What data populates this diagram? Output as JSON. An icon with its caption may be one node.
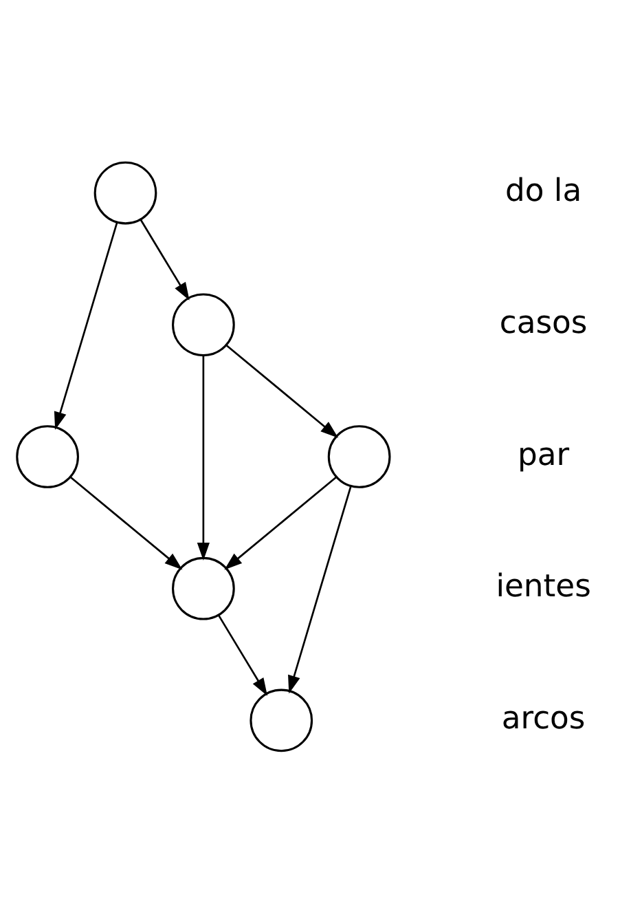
{
  "diagram": {
    "nodes": [
      {
        "text": [],
        "shape": "circle"
      },
      {
        "text": [],
        "shape": "circle"
      },
      {
        "text": [],
        "shape": "circle"
      },
      {
        "text": [],
        "shape": "circle"
      },
      {
        "text": [],
        "shape": "circle"
      },
      {
        "text": [],
        "shape": "circle"
      }
    ],
    "edges": [
      {
        "from": 0,
        "to": 1,
        "arrow": "to"
      },
      {
        "from": 0,
        "to": 2,
        "arrow": "to"
      },
      {
        "from": 1,
        "to": 3,
        "arrow": "to"
      },
      {
        "from": 2,
        "to": 3,
        "arrow": "to"
      },
      {
        "from": 2,
        "to": 4,
        "arrow": "to"
      },
      {
        "from": 4,
        "to": 3,
        "arrow": "to"
      },
      {
        "from": 3,
        "to": 5,
        "arrow": "to"
      },
      {
        "from": 4,
        "to": 5,
        "arrow": "to"
      }
    ],
    "labels": [
      "do la",
      "casos",
      "par",
      "ientes",
      "arcos"
    ]
  }
}
